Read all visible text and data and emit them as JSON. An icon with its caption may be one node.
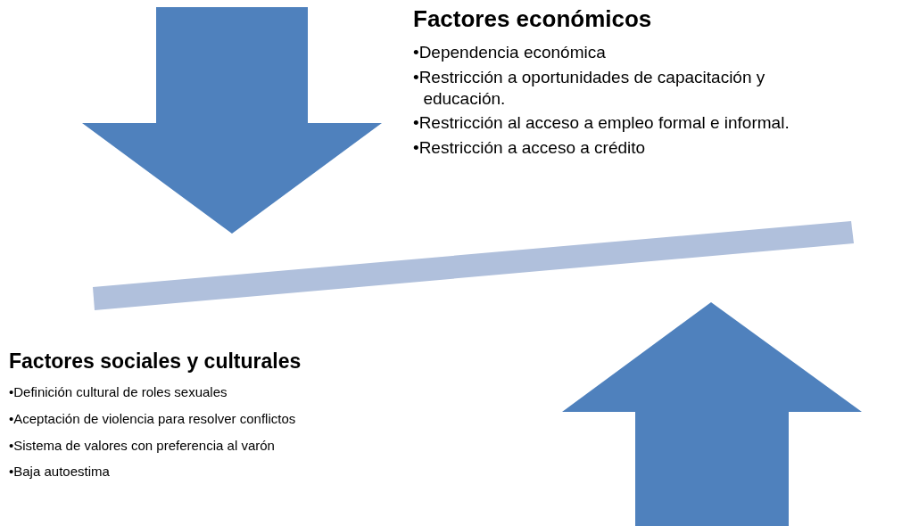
{
  "diagram": {
    "labels": [
      "Factores económicos",
      "•Dependencia económica",
      "•Restricción a oportunidades de capacitación y educación.",
      "•Restricción al acceso a empleo formal e informal.",
      "•Restricción a acceso a crédito",
      "Factores sociales y culturales",
      "•Definición cultural de roles sexuales",
      "•Aceptación de violencia para resolver conflictos",
      "•Sistema de valores con preferencia al varón",
      "•Baja autoestima"
    ]
  }
}
